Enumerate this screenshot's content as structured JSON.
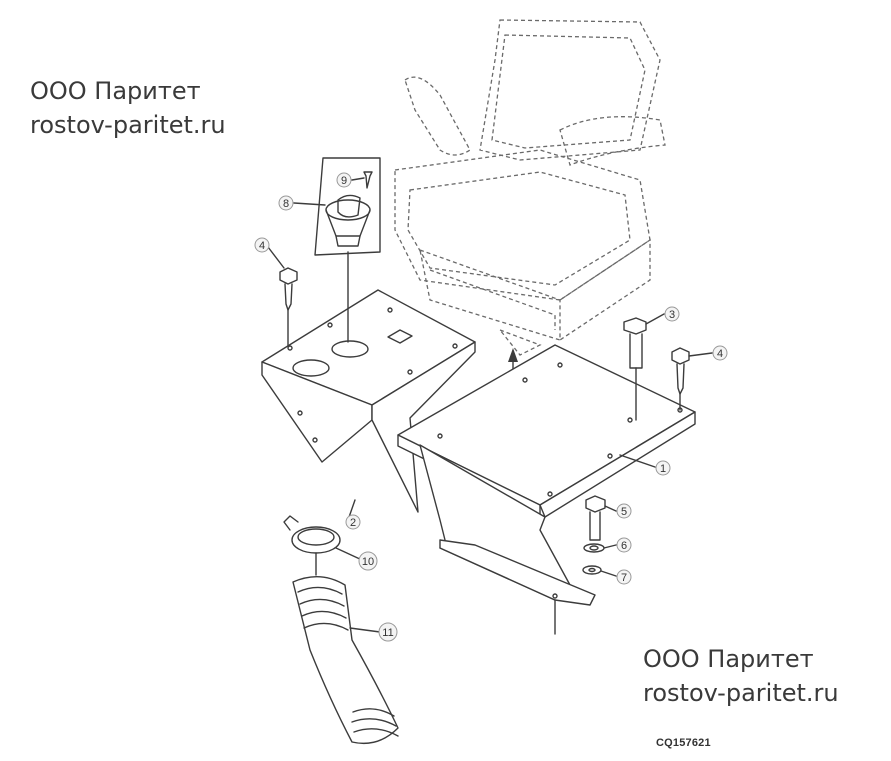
{
  "watermark_top_left": {
    "line1": "ООО Паритет",
    "line2": "rostov-paritet.ru"
  },
  "watermark_bottom_right": {
    "line1": "ООО Паритет",
    "line2": "rostov-paritet.ru"
  },
  "figure_code": "CQ157621",
  "callouts": {
    "c1": "1",
    "c2": "2",
    "c3": "3",
    "c4a": "4",
    "c4b": "4",
    "c5": "5",
    "c6": "6",
    "c7": "7",
    "c8": "8",
    "c9": "9",
    "c10": "10",
    "c11": "11"
  }
}
